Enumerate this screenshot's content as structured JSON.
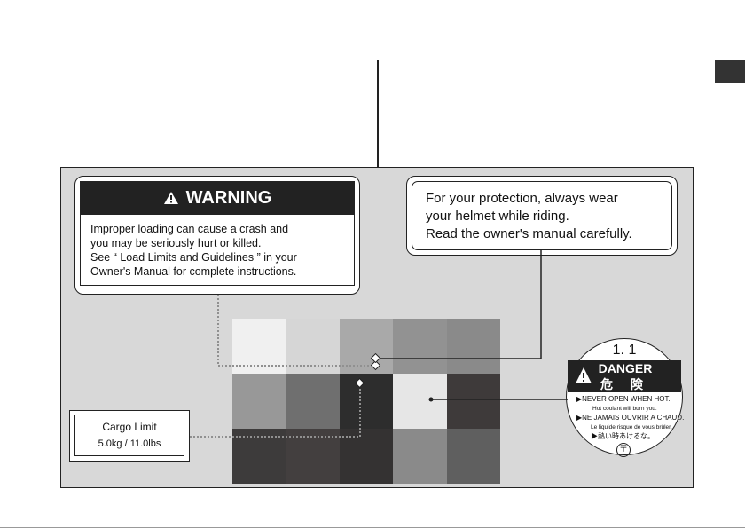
{
  "warning": {
    "heading": "WARNING",
    "lines": [
      "Improper loading can cause a crash and",
      "you may be seriously hurt or killed.",
      "See “ Load Limits and Guidelines ” in your",
      "Owner's Manual for complete instructions."
    ]
  },
  "protection": {
    "lines": [
      "For your protection, always wear",
      "your helmet while riding.",
      "Read the owner's manual carefully."
    ]
  },
  "cargo": {
    "title": "Cargo Limit",
    "value": "5.0kg /  11.0lbs"
  },
  "danger": {
    "id": "1. 1",
    "title_en": "DANGER",
    "title_jp": "危 険",
    "line1": "▶NEVER OPEN WHEN HOT.",
    "line2": "Hot coolant will burn you.",
    "line3": "▶NE JAMAIS OUVRIR A CHAUD.",
    "line4": "Le liquide risque de vous brûler.",
    "line5": "▶熱い時あけるな。",
    "mark": "〒"
  },
  "tiles": [
    "#f0f0f0",
    "#d6d6d6",
    "#a9a9a9",
    "#929292",
    "#8a8a8a",
    "#989898",
    "#6f6f6f",
    "#2d2d2d",
    "#e6e6e6",
    "#3e3a3a",
    "#3d3b3b",
    "#433f3f",
    "#343232",
    "#8a8a8a",
    "#5f5f5f"
  ],
  "icons": {
    "warning": "warning-triangle-icon",
    "danger": "warning-triangle-icon"
  }
}
